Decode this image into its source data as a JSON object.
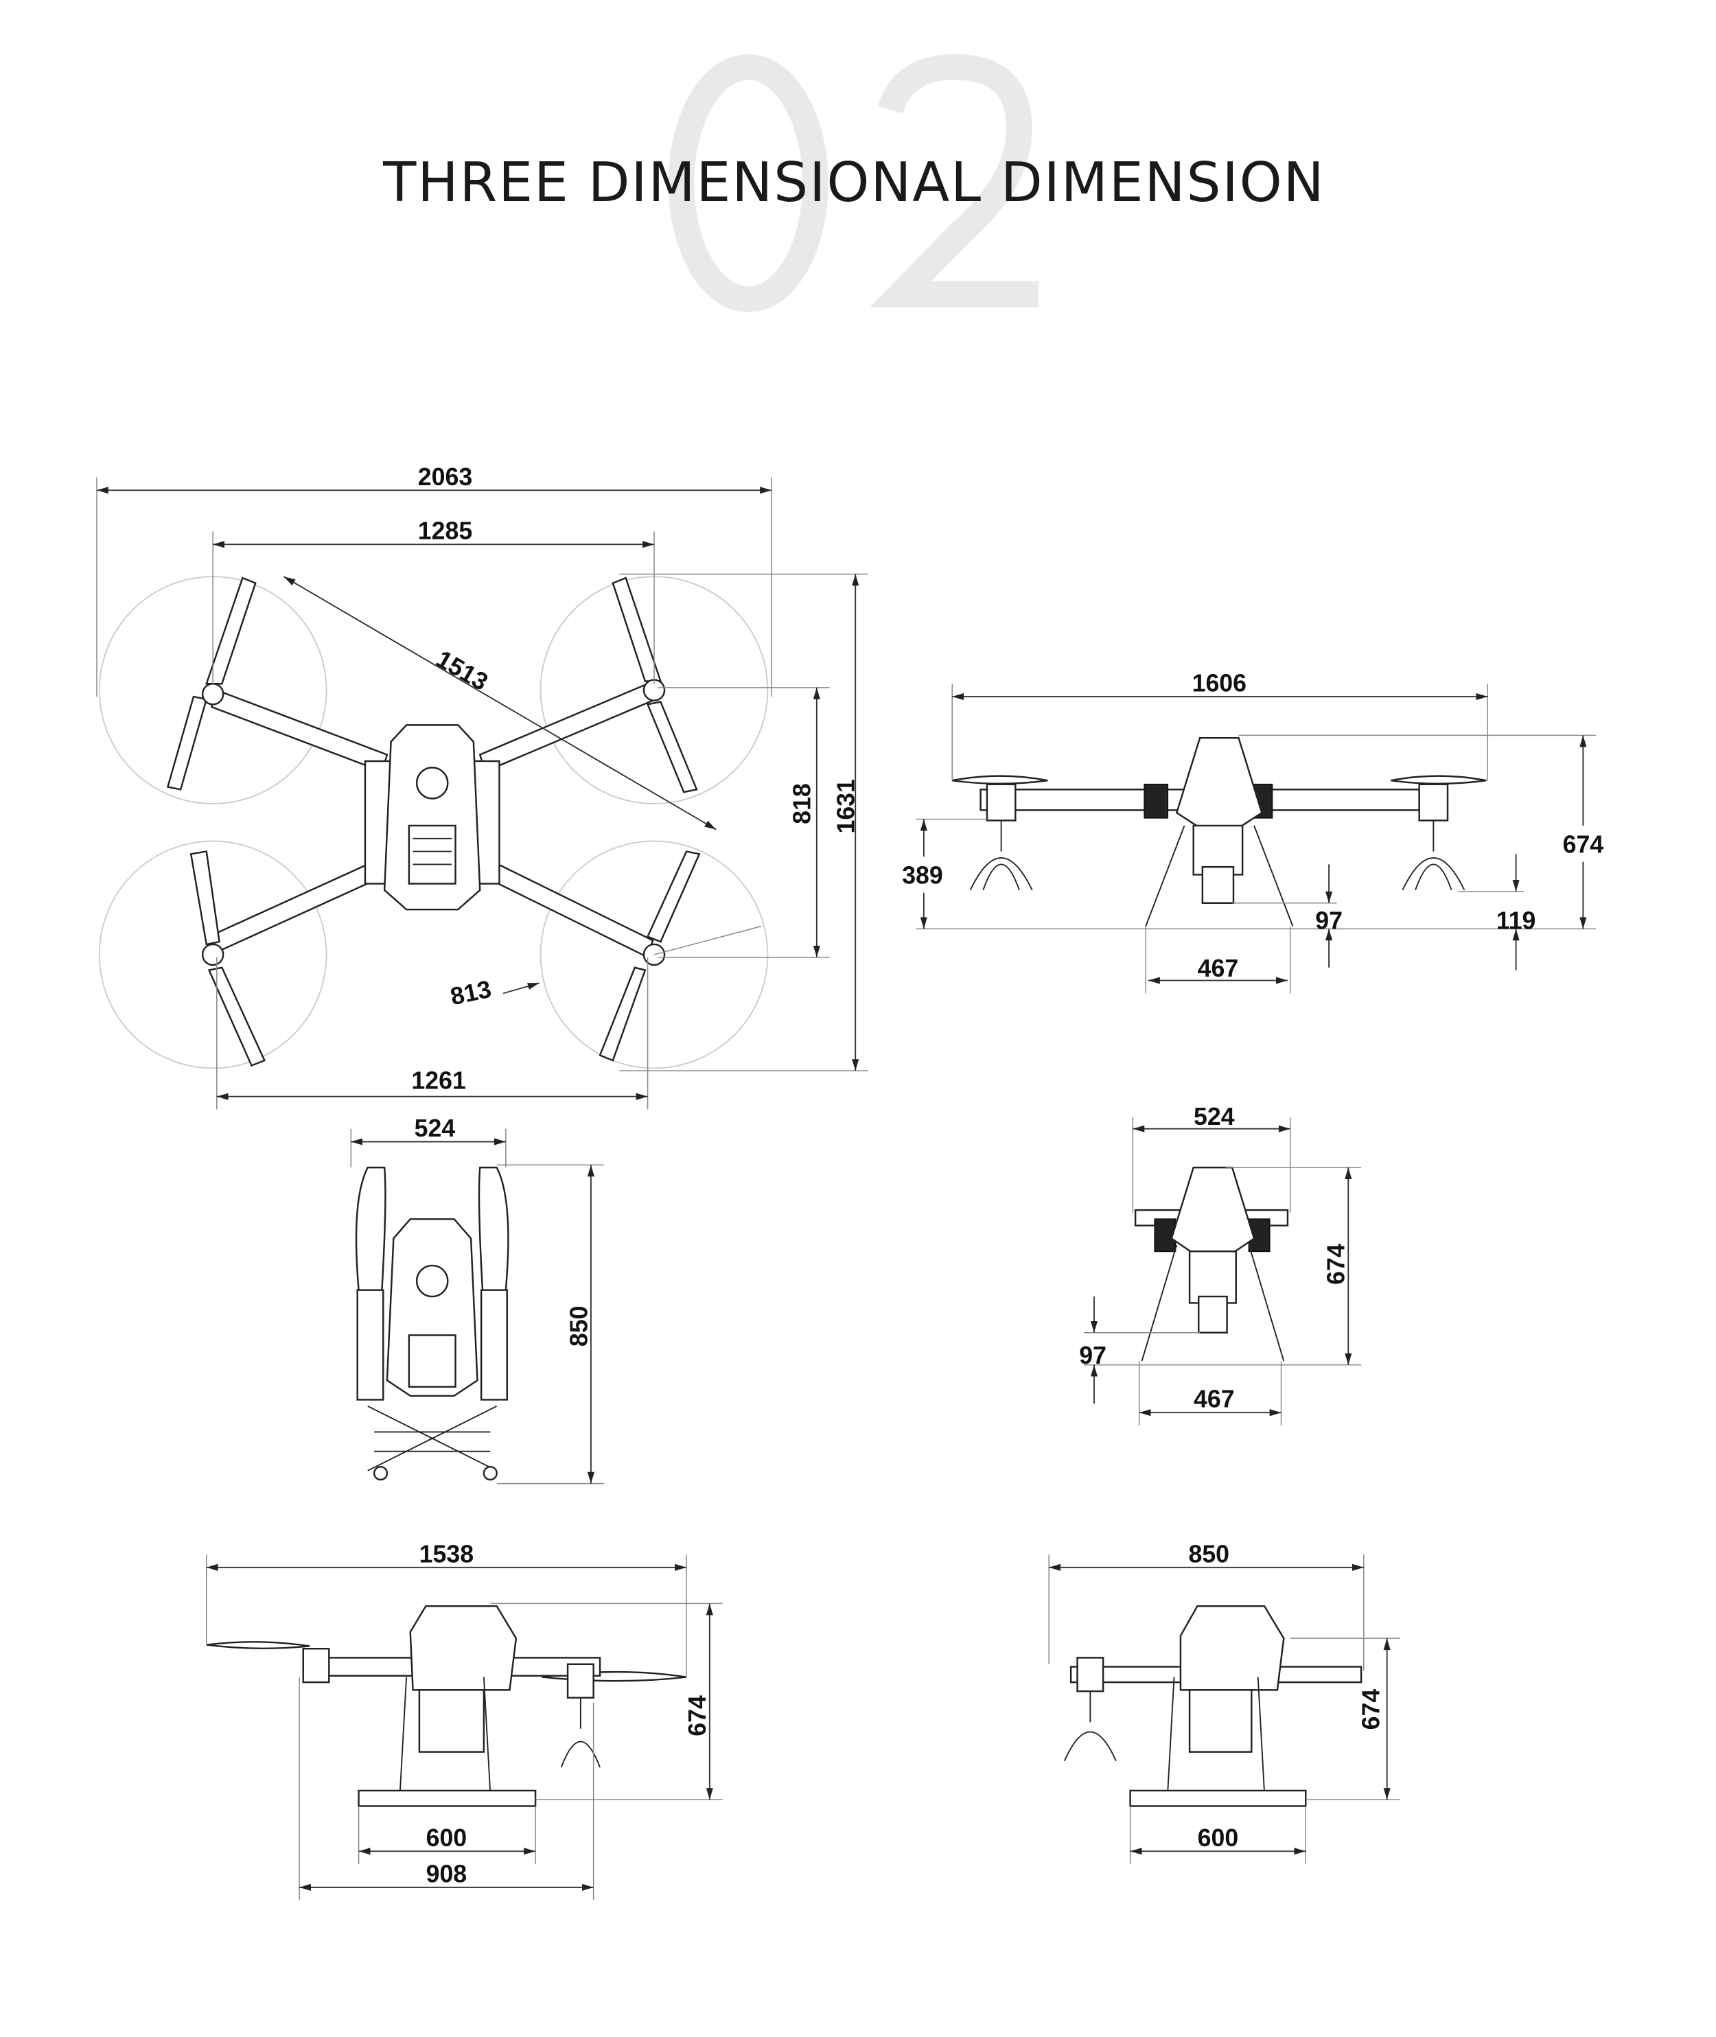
{
  "header": {
    "section_number": "02",
    "title": "THREE DIMENSIONAL DIMENSION"
  },
  "views": {
    "top_unfolded": {
      "overall_span": "2063",
      "rotor_center_x": "1285",
      "diagonal_wheelbase": "1513",
      "rotor_center_y": "818",
      "overall_length": "1631",
      "propeller_diameter": "813",
      "rotor_center_x_rear": "1261"
    },
    "front_unfolded": {
      "width": "1606",
      "height": "674",
      "arm_height": "389",
      "tank_clearance": "97",
      "nozzle_clearance": "119",
      "leg_span": "467"
    },
    "top_folded": {
      "width": "524",
      "length": "850"
    },
    "front_folded": {
      "width": "524",
      "height": "674",
      "tank_clearance": "97",
      "leg_span": "467"
    },
    "side_unfolded": {
      "length": "1538",
      "height": "674",
      "skid_width": "600",
      "skid_length": "908"
    },
    "side_folded": {
      "length": "850",
      "height": "674",
      "skid_width": "600"
    }
  }
}
